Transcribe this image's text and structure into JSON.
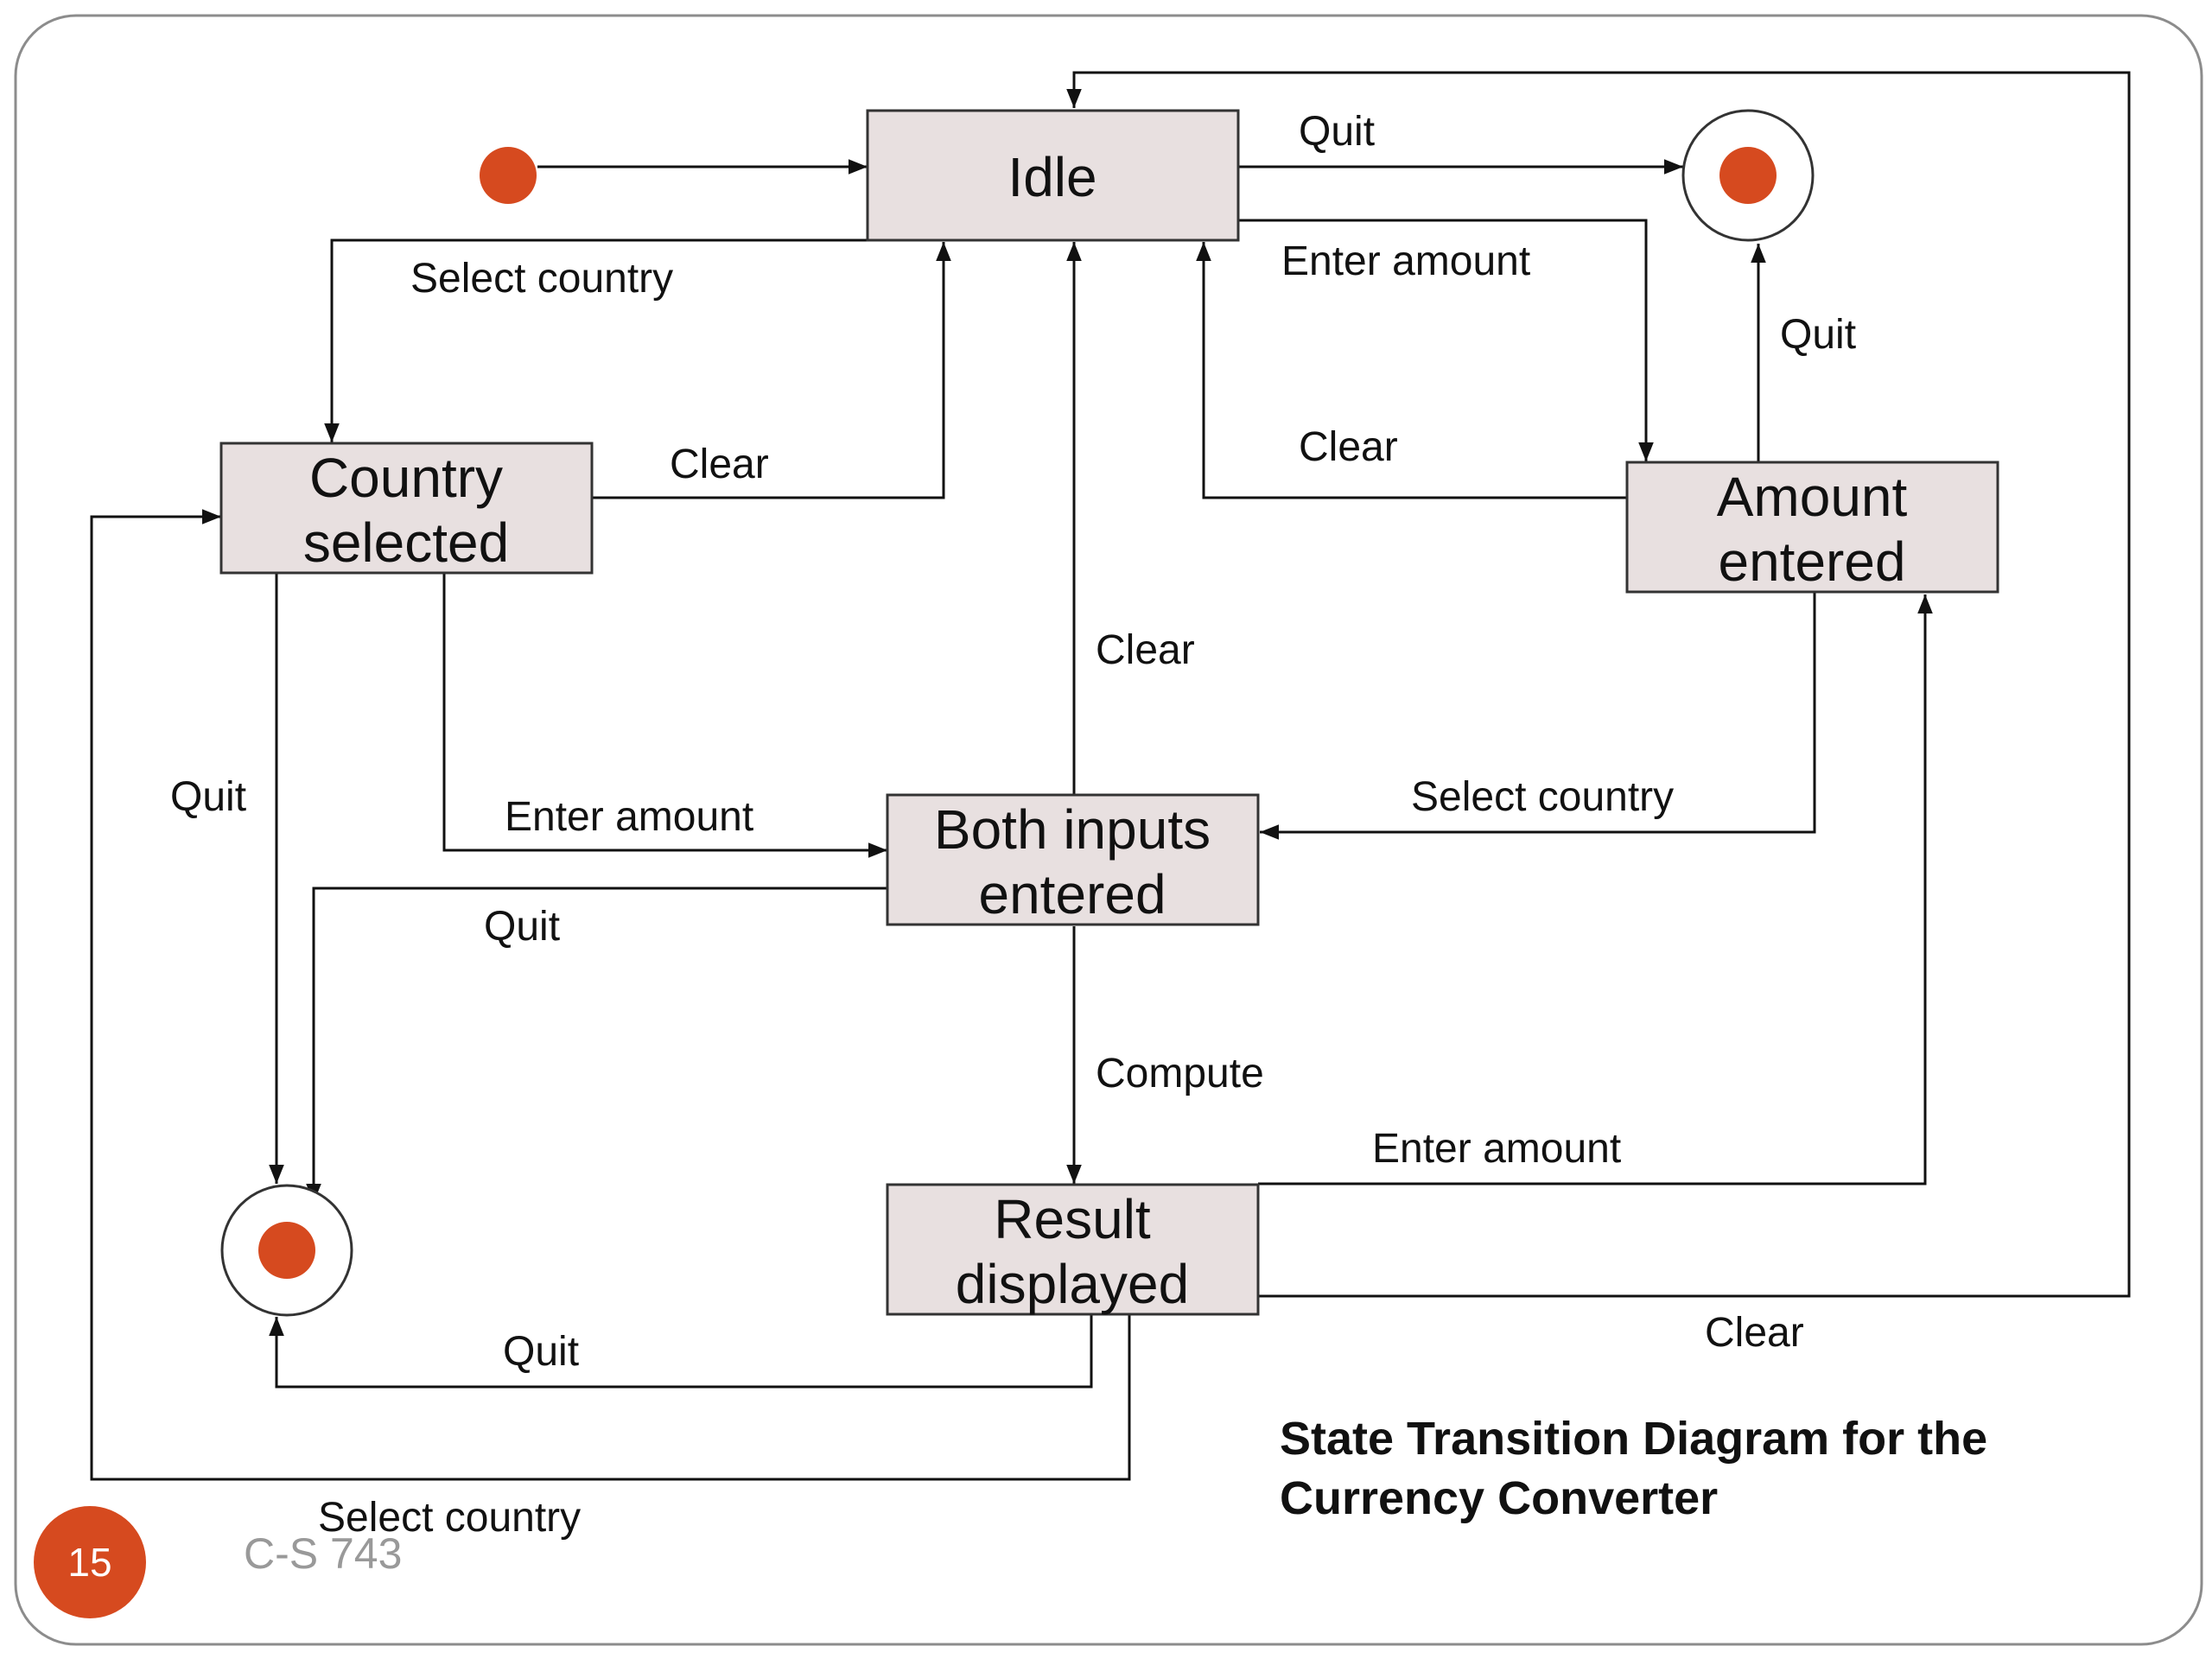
{
  "states": {
    "idle": "Idle",
    "country_selected": [
      "Country",
      "selected"
    ],
    "amount_entered": [
      "Amount",
      "entered"
    ],
    "both_inputs_entered": [
      "Both inputs",
      "entered"
    ],
    "result_displayed": [
      "Result",
      "displayed"
    ]
  },
  "transitions": {
    "idle_quit": "Quit",
    "idle_select_country": "Select country",
    "idle_enter_amount": "Enter amount",
    "amount_quit": "Quit",
    "country_clear": "Clear",
    "amount_clear": "Clear",
    "both_clear": "Clear",
    "country_quit": "Quit",
    "country_enter_amount": "Enter amount",
    "amount_select_country": "Select country",
    "both_quit": "Quit",
    "both_compute": "Compute",
    "result_enter_amount": "Enter amount",
    "result_clear": "Clear",
    "result_quit": "Quit",
    "result_select_country": "Select country"
  },
  "diagram_title": [
    "State Transition Diagram for the",
    "Currency Converter"
  ],
  "footer": {
    "page_number": "15",
    "course": "C-S 743"
  },
  "colors": {
    "state_fill": "#e8e0e0",
    "node_fill": "#d64a1f",
    "line": "#111111",
    "footer_text": "#999999"
  }
}
